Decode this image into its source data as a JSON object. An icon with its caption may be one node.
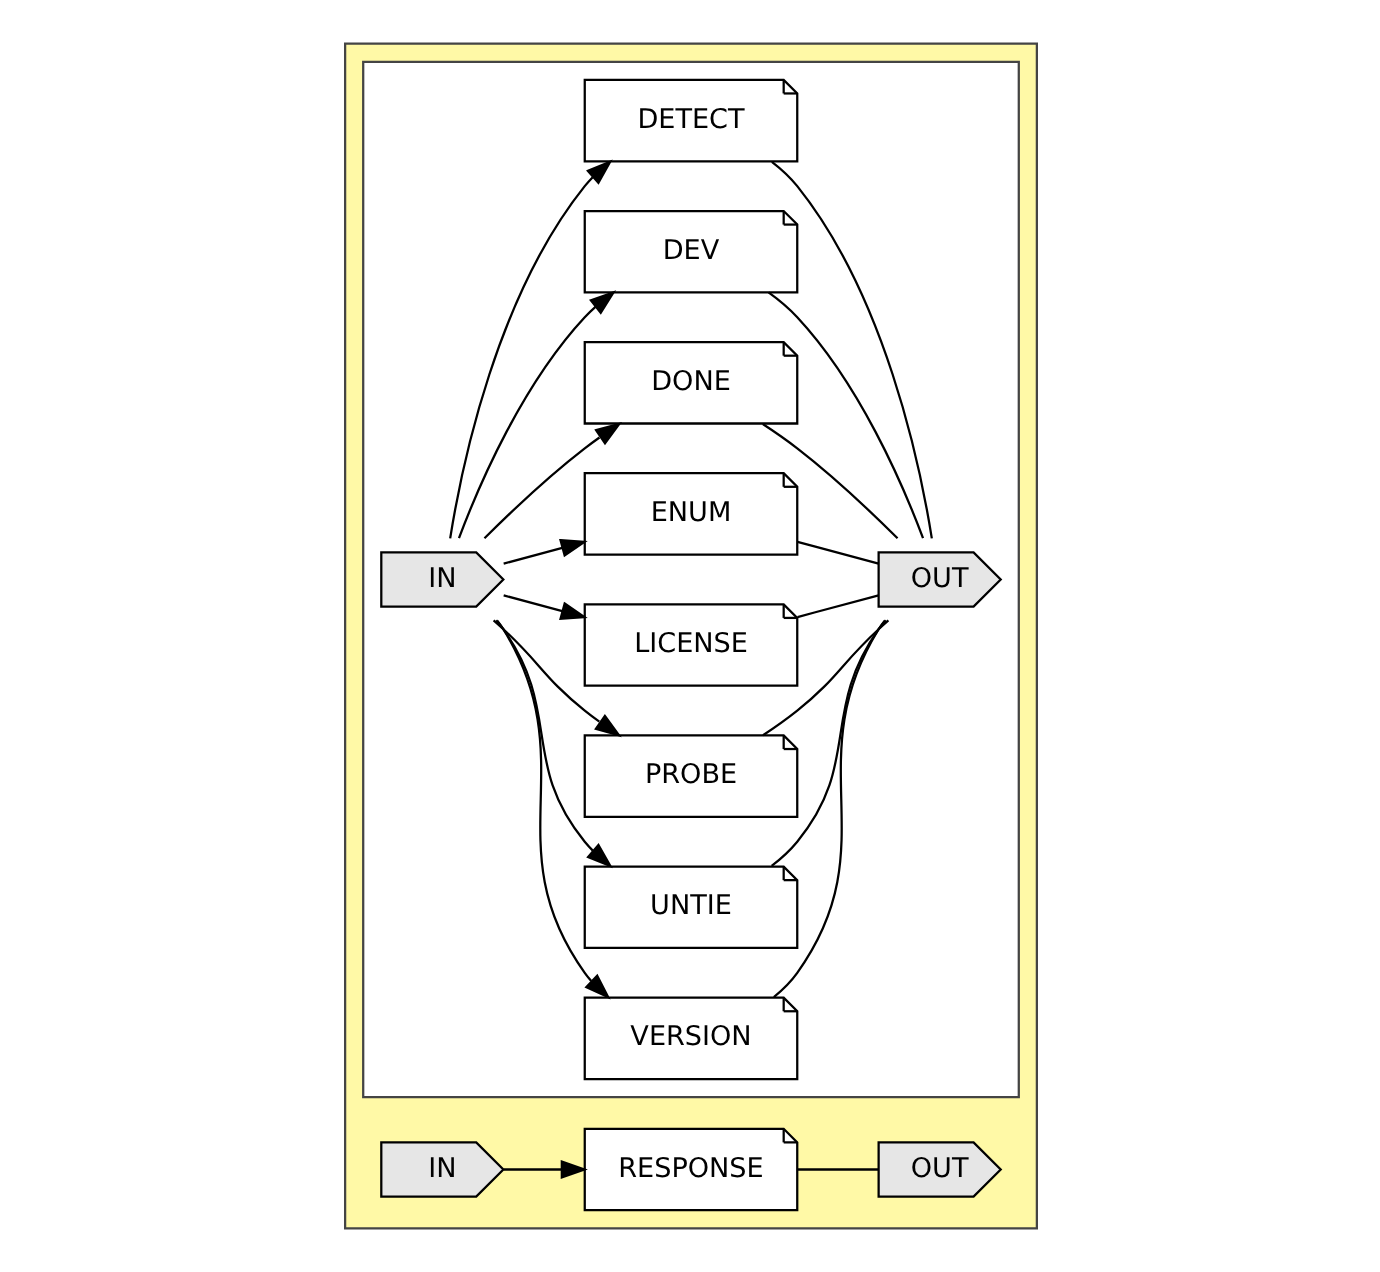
{
  "diagram": {
    "nodes": [
      {
        "text": [],
        "shape": "box"
      },
      {
        "text": [
          "IN"
        ],
        "in": 0
      },
      {
        "text": [
          "RESPONSE"
        ],
        "in": 0
      },
      {
        "text": [
          "OUT"
        ],
        "in": 0
      },
      {
        "text": [],
        "shape": "box",
        "in": 0
      },
      {
        "text": [
          "IN"
        ],
        "in": 4
      },
      {
        "text": [
          "DETECT"
        ],
        "in": 4
      },
      {
        "text": [
          "DEV"
        ],
        "in": 4
      },
      {
        "text": [
          "DONE"
        ],
        "in": 4
      },
      {
        "text": [
          "ENUM"
        ],
        "in": 4
      },
      {
        "text": [
          "LICENSE"
        ],
        "in": 4
      },
      {
        "text": [
          "PROBE"
        ],
        "in": 4
      },
      {
        "text": [
          "UNTIE"
        ],
        "in": 4
      },
      {
        "text": [
          "VERSION"
        ],
        "in": 4
      },
      {
        "text": [
          "OUT"
        ],
        "in": 4
      }
    ],
    "edges": [
      {
        "from": 1,
        "to": 2,
        "arrow": "to"
      },
      {
        "from": 2,
        "to": 3,
        "arrow": "none"
      },
      {
        "from": 5,
        "to": 6,
        "arrow": "to"
      },
      {
        "from": 5,
        "to": 7,
        "arrow": "to"
      },
      {
        "from": 5,
        "to": 8,
        "arrow": "to"
      },
      {
        "from": 5,
        "to": 9,
        "arrow": "to"
      },
      {
        "from": 5,
        "to": 10,
        "arrow": "to"
      },
      {
        "from": 5,
        "to": 11,
        "arrow": "to"
      },
      {
        "from": 5,
        "to": 12,
        "arrow": "to"
      },
      {
        "from": 5,
        "to": 13,
        "arrow": "to"
      },
      {
        "from": 6,
        "to": 14,
        "arrow": "none"
      },
      {
        "from": 7,
        "to": 14,
        "arrow": "none"
      },
      {
        "from": 8,
        "to": 14,
        "arrow": "none"
      },
      {
        "from": 9,
        "to": 14,
        "arrow": "none"
      },
      {
        "from": 10,
        "to": 14,
        "arrow": "none"
      },
      {
        "from": 11,
        "to": 14,
        "arrow": "none"
      },
      {
        "from": 12,
        "to": 14,
        "arrow": "none"
      },
      {
        "from": 13,
        "to": 14,
        "arrow": "none"
      }
    ]
  }
}
